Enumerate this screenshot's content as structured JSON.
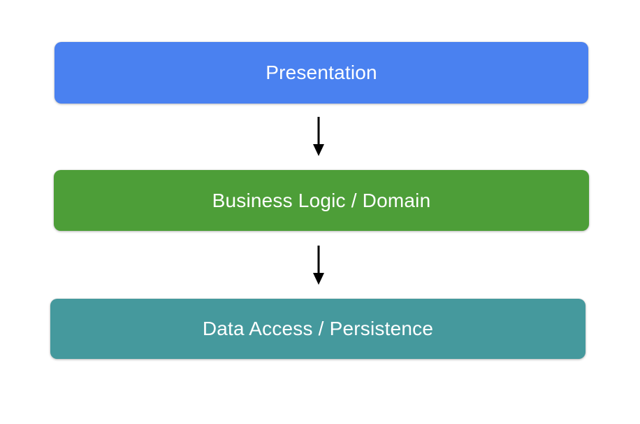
{
  "diagram": {
    "layers": [
      {
        "label": "Presentation",
        "color": "#4a81f0"
      },
      {
        "label": "Business Logic / Domain",
        "color": "#4d9e38"
      },
      {
        "label": "Data Access / Persistence",
        "color": "#45999d"
      }
    ],
    "arrows": [
      {
        "from": "Presentation",
        "to": "Business Logic / Domain",
        "direction": "down"
      },
      {
        "from": "Business Logic / Domain",
        "to": "Data Access / Persistence",
        "direction": "down"
      }
    ],
    "arrow_color": "#000000",
    "text_color": "#ffffff",
    "background_color": "#ffffff"
  }
}
